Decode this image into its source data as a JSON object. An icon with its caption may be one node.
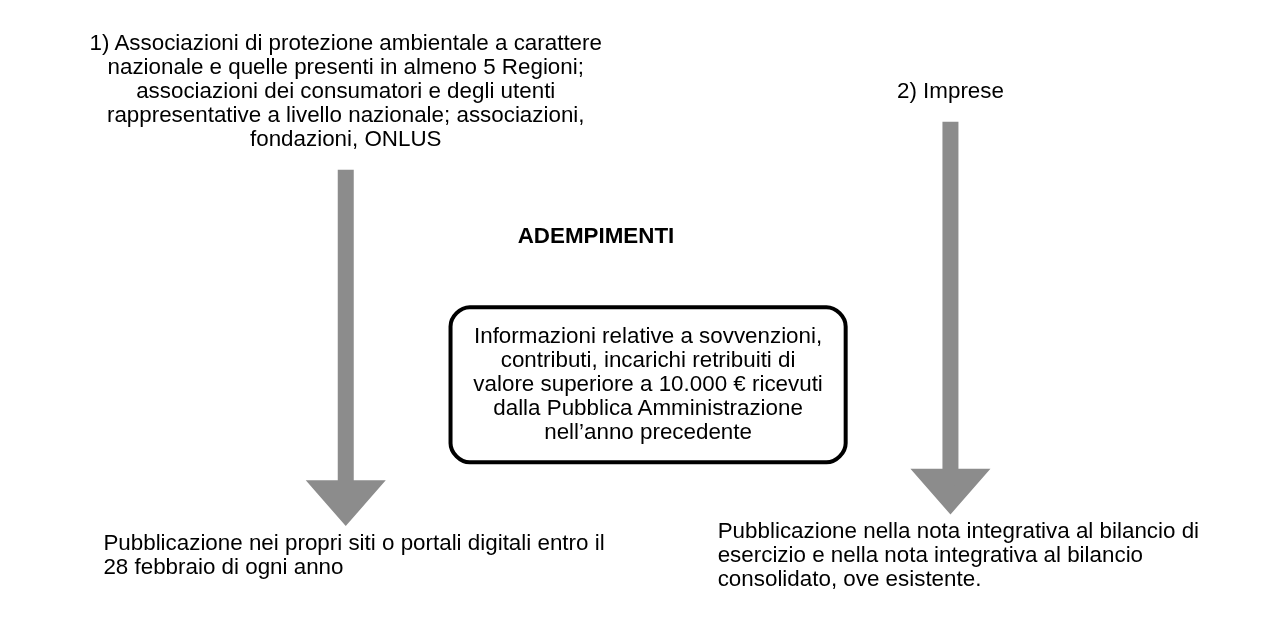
{
  "diagram": {
    "nodes": [
      {
        "text": [
          "1) Associazioni di protezione ambientale a carattere nazionale e quelle presenti in almeno 5 Regioni; associazioni dei consumatori e degli utenti rappresentative a livello nazionale; associazioni, fondazioni, ONLUS"
        ]
      },
      {
        "text": [
          "2) Imprese"
        ]
      },
      {
        "text": [
          "Informazioni relative a sovvenzioni, contributi, incarichi retribuiti di valore superiore a 10.000 € ricevuti dalla Pubblica Amministrazione nell’anno precedente"
        ]
      },
      {
        "text": [
          "Pubblicazione nei propri siti o portali digitali entro il 28 febbraio di ogni anno"
        ]
      },
      {
        "text": [
          "Pubblicazione nella nota integrativa al bilancio di esercizio e nella nota integrativa al bilancio consolidato, ove esistente."
        ]
      }
    ],
    "edges": [
      {
        "from": 0,
        "to": 3,
        "arrow": "to"
      },
      {
        "from": 1,
        "to": 4,
        "arrow": "to"
      }
    ],
    "labels": [
      "ADEMPIMENTI"
    ]
  }
}
